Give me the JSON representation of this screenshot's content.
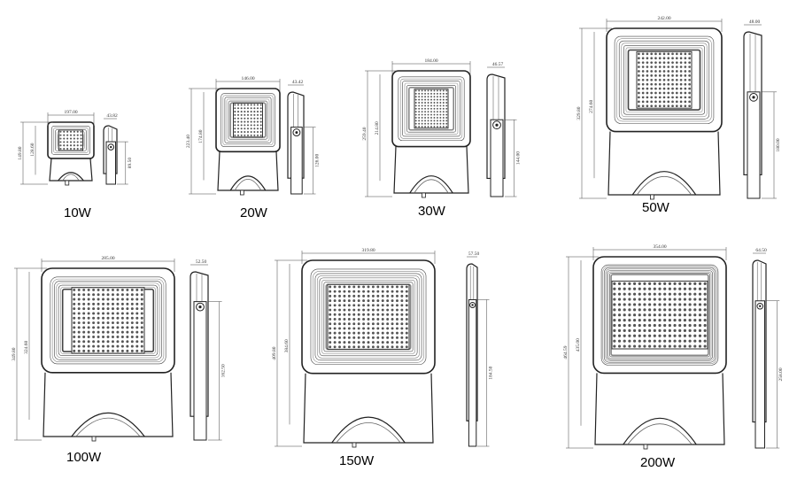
{
  "units": [
    {
      "label": "10W",
      "width": "197.00",
      "side_depth": "43.82",
      "h_total": "149.80",
      "h_light": "128.60",
      "h_bracket": "89.50"
    },
    {
      "label": "20W",
      "width": "146.00",
      "side_depth": "43.42",
      "h_total": "223.40",
      "h_light": "174.80",
      "h_bracket": "126.00"
    },
    {
      "label": "30W",
      "width": "184.00",
      "side_depth": "46.57",
      "h_total": "259.40",
      "h_light": "214.80",
      "h_bracket": "144.00"
    },
    {
      "label": "50W",
      "width": "242.00",
      "side_depth": "48.00",
      "h_total": "329.80",
      "h_light": "274.60",
      "h_bracket": "180.00"
    },
    {
      "label": "100W",
      "width": "285.00",
      "side_depth": "52.50",
      "h_total": "349.80",
      "h_light": "324.60",
      "h_bracket": "162.50"
    },
    {
      "label": "150W",
      "width": "319.80",
      "side_depth": "57.50",
      "h_total": "409.80",
      "h_light": "384.60",
      "h_bracket": "184.50"
    },
    {
      "label": "200W",
      "width": "354.00",
      "side_depth": "64.50",
      "h_total": "464.59",
      "h_light": "435.00",
      "h_bracket": "258.00"
    }
  ]
}
